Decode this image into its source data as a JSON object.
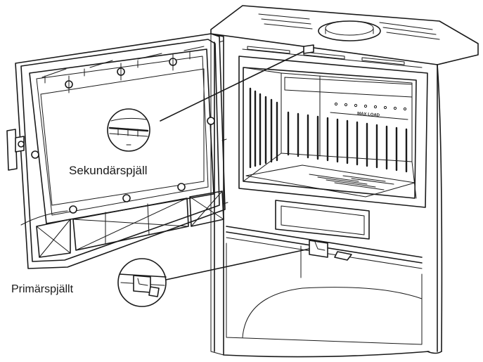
{
  "diagram": {
    "labels": {
      "secondary_damper": "Sekundärspjäll",
      "primary_damper": "Primärspjällt",
      "max_load": "MAX LOAD"
    },
    "colors": {
      "line": "#1a1a1a",
      "background": "#ffffff"
    }
  }
}
